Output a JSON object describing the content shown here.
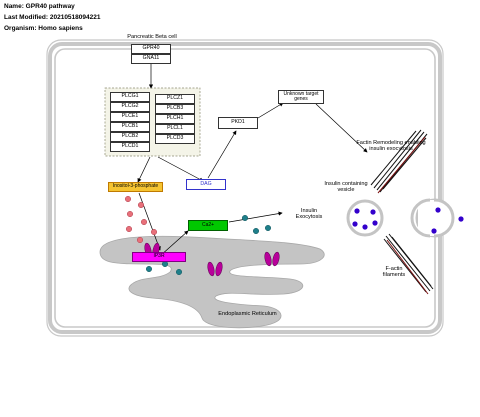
{
  "header": {
    "name": "Name: GPR40 pathway",
    "modified": "Last Modified: 20210518094221",
    "organism": "Organism: Homo sapiens"
  },
  "labels": {
    "cell": "Pancreatic Beta cell",
    "unknown_targets": "Unknown target genes",
    "factin_remodeling": "Factin Remodeling enabling insulin exocytosis",
    "insulin_vesicle": "Insulin containing vesicle",
    "insulin_exocytosis": "Insulin Exocytosis",
    "factin_filaments": "F-actin filaments",
    "er": "Endoplasmic Reticulum"
  },
  "genes": {
    "receptor": [
      "GPR40",
      "GNA11"
    ],
    "plc_left": [
      "PLCG1",
      "PLCG2",
      "PLCE1",
      "PLCB1",
      "PLCB2",
      "PLCD1"
    ],
    "plc_right": [
      "PLCZ1",
      "PLCB3",
      "PLCH1",
      "PLCL1",
      "PLCD3"
    ],
    "pkd1": "PKD1"
  },
  "metabolites": {
    "ip3": "Inositol-3-phosphate",
    "dag": "DAG",
    "ip3r": "IP3R",
    "ca": "Ca2+"
  },
  "colors": {
    "ip3_fill": "#f5c431",
    "ip3_border": "#c07a00",
    "ip3r_fill": "#ff00ff",
    "ca_fill": "#00c800",
    "dag_border": "#3333cc",
    "vesicle_dot": "#3300cc",
    "er_fill": "#c4c4c4",
    "channel": "#b8009a",
    "ion_pink": "#e8707a",
    "ion_teal": "#1f7f8a"
  }
}
